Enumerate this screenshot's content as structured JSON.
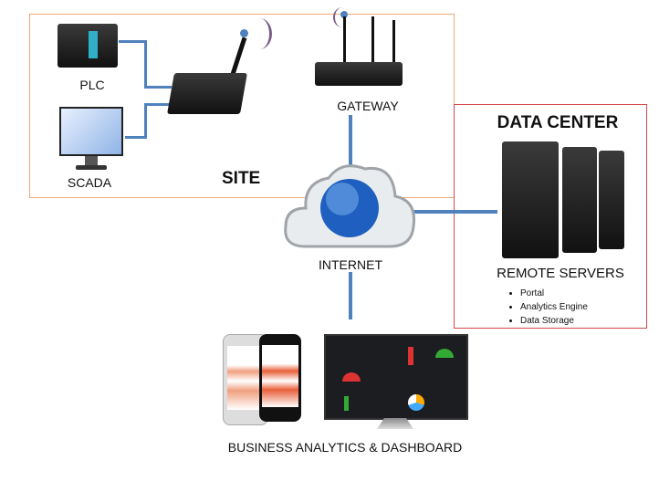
{
  "site": {
    "title": "SITE",
    "plc_label": "PLC",
    "scada_label": "SCADA",
    "gateway_label": "GATEWAY"
  },
  "internet": {
    "label": "INTERNET"
  },
  "data_center": {
    "title": "DATA CENTER",
    "servers_label": "REMOTE SERVERS",
    "services": [
      "Portal",
      "Analytics Engine",
      "Data Storage"
    ]
  },
  "analytics": {
    "label": "BUSINESS ANALYTICS & DASHBOARD"
  },
  "colors": {
    "site_border": "#F0A878",
    "data_center_border": "#D9484A",
    "link": "#4F81BD"
  },
  "icons": [
    "plc-icon",
    "scada-monitor-icon",
    "modem-icon",
    "gateway-router-icon",
    "cloud-globe-icon",
    "server-rack-icon",
    "smartphone-icon",
    "dashboard-monitor-icon"
  ]
}
